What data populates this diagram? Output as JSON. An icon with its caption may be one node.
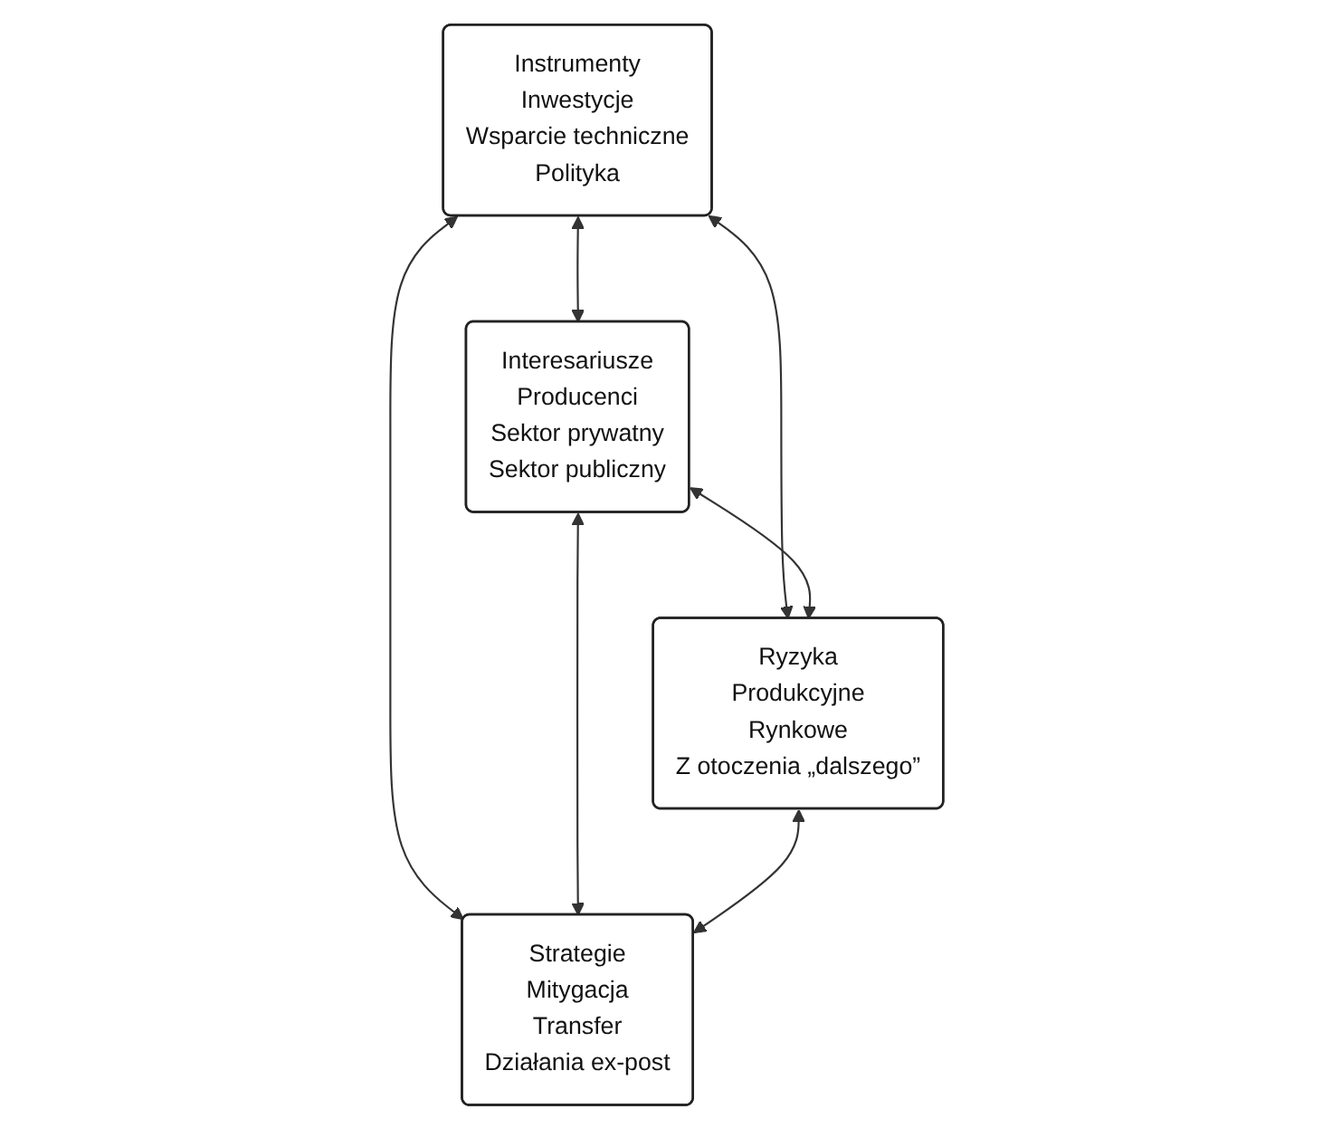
{
  "diagram": {
    "nodes": [
      {
        "text": [
          "Instrumenty",
          "Inwestycje",
          "Wsparcie techniczne",
          "Polityka"
        ]
      },
      {
        "text": [
          "Interesariusze",
          "Producenci",
          "Sektor prywatny",
          "Sektor publiczny"
        ]
      },
      {
        "text": [
          "Ryzyka",
          "Produkcyjne",
          "Rynkowe",
          "Z otoczenia „dalszego”"
        ]
      },
      {
        "text": [
          "Strategie",
          "Mitygacja",
          "Transfer",
          "Działania ex-post"
        ]
      }
    ],
    "edges": [
      {
        "from": 0,
        "to": 1,
        "arrow": "both"
      },
      {
        "from": 0,
        "to": 2,
        "arrow": "both"
      },
      {
        "from": 0,
        "to": 3,
        "arrow": "both"
      },
      {
        "from": 1,
        "to": 2,
        "arrow": "both"
      },
      {
        "from": 1,
        "to": 3,
        "arrow": "both"
      },
      {
        "from": 2,
        "to": 3,
        "arrow": "both"
      }
    ]
  }
}
